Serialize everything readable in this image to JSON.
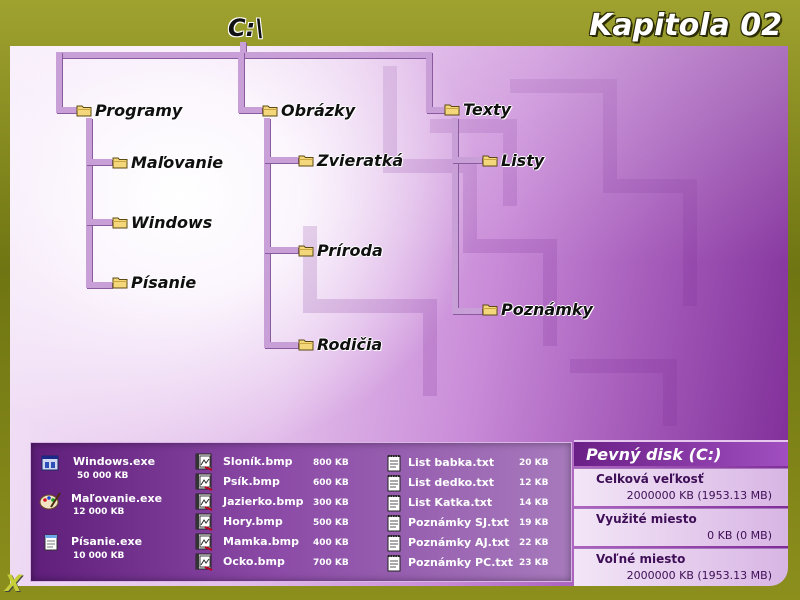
{
  "chapter_title": "Kapitola 02",
  "root": "C:\\",
  "tree": {
    "programy": {
      "label": "Programy",
      "children": [
        "Maľovanie",
        "Windows",
        "Písanie"
      ]
    },
    "obrazky": {
      "label": "Obrázky",
      "children": [
        "Zvieratká",
        "Príroda",
        "Rodičia"
      ]
    },
    "texty": {
      "label": "Texty",
      "children": [
        "Listy",
        "Poznámky"
      ]
    }
  },
  "programs": [
    {
      "name": "Windows.exe",
      "size": "50 000 KB",
      "icon": "windows-program-icon"
    },
    {
      "name": "Maľovanie.exe",
      "size": "12 000 KB",
      "icon": "paint-program-icon"
    },
    {
      "name": "Písanie.exe",
      "size": "10 000 KB",
      "icon": "notepad-program-icon"
    }
  ],
  "images": [
    {
      "name": "Sloník.bmp",
      "size": "800 KB"
    },
    {
      "name": "Psík.bmp",
      "size": "600 KB"
    },
    {
      "name": "Jazierko.bmp",
      "size": "300 KB"
    },
    {
      "name": "Hory.bmp",
      "size": "500 KB"
    },
    {
      "name": "Mamka.bmp",
      "size": "400 KB"
    },
    {
      "name": "Ocko.bmp",
      "size": "700 KB"
    }
  ],
  "texts": [
    {
      "name": "List babka.txt",
      "size": "20 KB"
    },
    {
      "name": "List dedko.txt",
      "size": "12 KB"
    },
    {
      "name": "List Katka.txt",
      "size": "14 KB"
    },
    {
      "name": "Poznámky SJ.txt",
      "size": "19 KB"
    },
    {
      "name": "Poznámky AJ.txt",
      "size": "22 KB"
    },
    {
      "name": "Poznámky PC.txt",
      "size": "23 KB"
    }
  ],
  "disk": {
    "title": "Pevný disk (C:)",
    "total_label": "Celková veľkosť",
    "total_value": "2000000 KB (1953.13 MB)",
    "used_label": "Využité miesto",
    "used_value": "0 KB (0 MB)",
    "free_label": "Voľné miesto",
    "free_value": "2000000 KB (1953.13 MB)"
  },
  "colors": {
    "frame": "#7c8118",
    "accent": "#8b3fa8"
  }
}
